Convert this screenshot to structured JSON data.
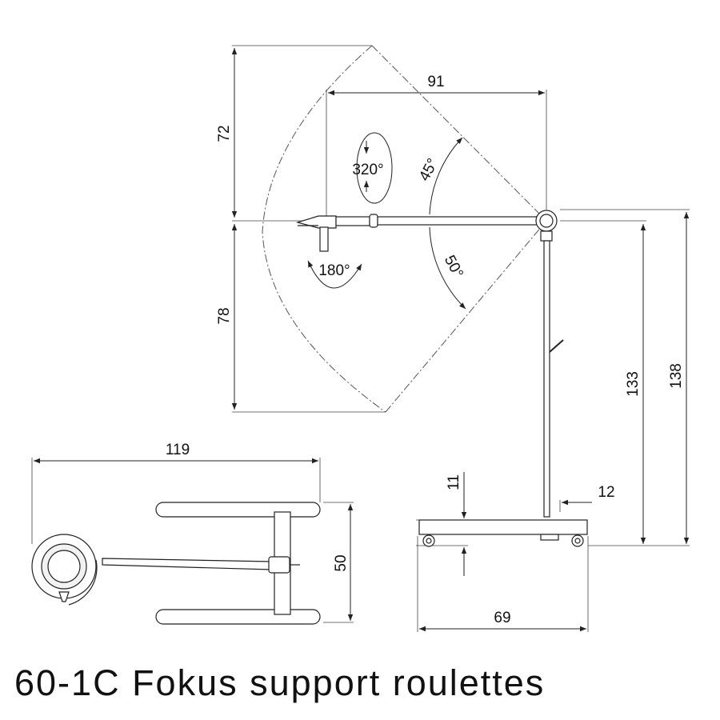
{
  "caption": "60-1C Fokus support roulettes",
  "dimensions": {
    "arm_length": "91",
    "height_above": "72",
    "height_below": "78",
    "base_to_arm": "133",
    "total_height": "138",
    "base_height": "11",
    "pole_offset": "12",
    "base_width": "69",
    "top_view_length": "119",
    "top_view_depth": "50"
  },
  "angles": {
    "head_rotation": "320°",
    "tilt_up": "45°",
    "tilt_down": "50°",
    "swivel": "180°"
  },
  "colors": {
    "line": "#222222",
    "text": "#111111",
    "fill": "#f2f2f2"
  }
}
